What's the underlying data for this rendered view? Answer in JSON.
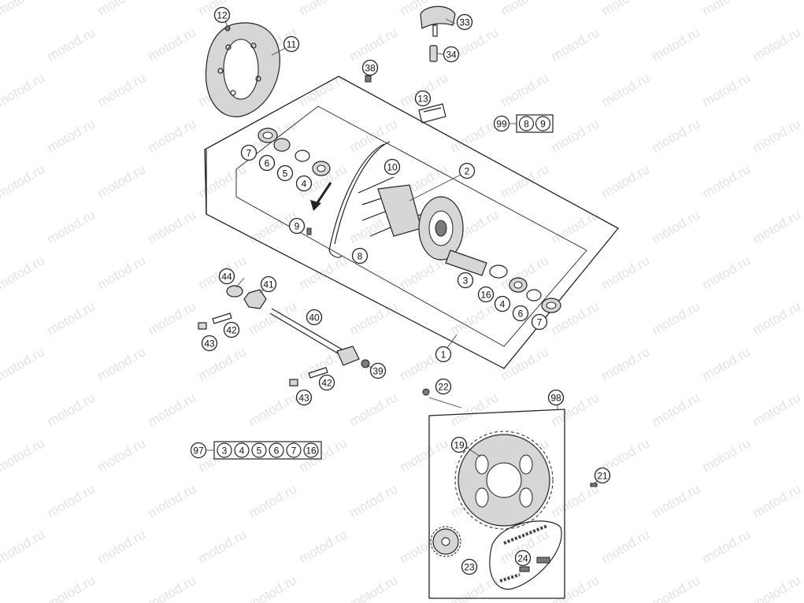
{
  "watermark": "motod.ru",
  "callouts": [
    {
      "id": "1",
      "label": "1"
    },
    {
      "id": "2",
      "label": "2"
    },
    {
      "id": "3",
      "label": "3"
    },
    {
      "id": "4a",
      "label": "4"
    },
    {
      "id": "4b",
      "label": "4"
    },
    {
      "id": "5",
      "label": "5"
    },
    {
      "id": "6a",
      "label": "6"
    },
    {
      "id": "6b",
      "label": "6"
    },
    {
      "id": "7a",
      "label": "7"
    },
    {
      "id": "7b",
      "label": "7"
    },
    {
      "id": "8",
      "label": "8"
    },
    {
      "id": "9",
      "label": "9"
    },
    {
      "id": "10",
      "label": "10"
    },
    {
      "id": "11",
      "label": "11"
    },
    {
      "id": "12",
      "label": "12"
    },
    {
      "id": "13",
      "label": "13"
    },
    {
      "id": "16",
      "label": "16"
    },
    {
      "id": "19",
      "label": "19"
    },
    {
      "id": "21",
      "label": "21"
    },
    {
      "id": "22",
      "label": "22"
    },
    {
      "id": "23",
      "label": "23"
    },
    {
      "id": "24",
      "label": "24"
    },
    {
      "id": "33",
      "label": "33"
    },
    {
      "id": "34",
      "label": "34"
    },
    {
      "id": "38",
      "label": "38"
    },
    {
      "id": "39",
      "label": "39"
    },
    {
      "id": "40",
      "label": "40"
    },
    {
      "id": "41",
      "label": "41"
    },
    {
      "id": "42a",
      "label": "42"
    },
    {
      "id": "42b",
      "label": "42"
    },
    {
      "id": "43a",
      "label": "43"
    },
    {
      "id": "43b",
      "label": "43"
    },
    {
      "id": "44",
      "label": "44"
    },
    {
      "id": "98",
      "label": "98"
    }
  ],
  "kits": [
    {
      "id": "99",
      "label": "99",
      "members": [
        "8",
        "9"
      ]
    },
    {
      "id": "97",
      "label": "97",
      "members": [
        "3",
        "4",
        "5",
        "6",
        "7",
        "16"
      ]
    }
  ]
}
